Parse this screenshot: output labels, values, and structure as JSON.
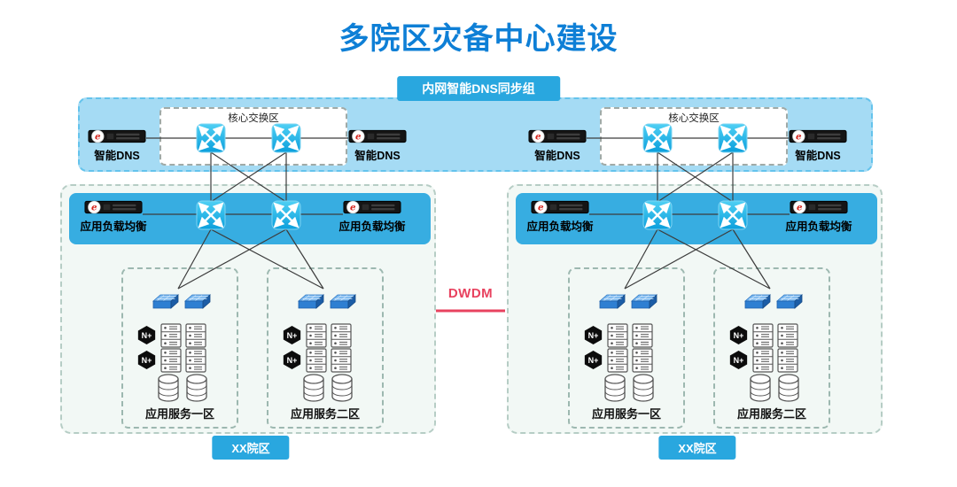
{
  "title": "多院区灾备中心建设",
  "dns_sync_group_label": "内网智能DNS同步组",
  "dwdm_label": "DWDM",
  "nplus_label": "N+",
  "top_band": {
    "sections": [
      {
        "dns_left_label": "智能DNS",
        "core_zone_label": "核心交换区",
        "dns_right_label": "智能DNS"
      },
      {
        "dns_left_label": "智能DNS",
        "core_zone_label": "核心交换区",
        "dns_right_label": "智能DNS"
      }
    ]
  },
  "campuses": [
    {
      "lb_left_label": "应用负载均衡",
      "lb_right_label": "应用负载均衡",
      "zones": [
        {
          "label": "应用服务一区"
        },
        {
          "label": "应用服务二区"
        }
      ],
      "campus_label": "XX院区"
    },
    {
      "lb_left_label": "应用负载均衡",
      "lb_right_label": "应用负载均衡",
      "zones": [
        {
          "label": "应用服务一区"
        },
        {
          "label": "应用服务二区"
        }
      ],
      "campus_label": "XX院区"
    }
  ],
  "colors": {
    "title_blue": "#0e7fd6",
    "top_band_bg": "#a5dbf4",
    "lb_band_bg": "#37ade1",
    "chip_bg": "#29a7df",
    "dwdm_red": "#e8425f"
  }
}
